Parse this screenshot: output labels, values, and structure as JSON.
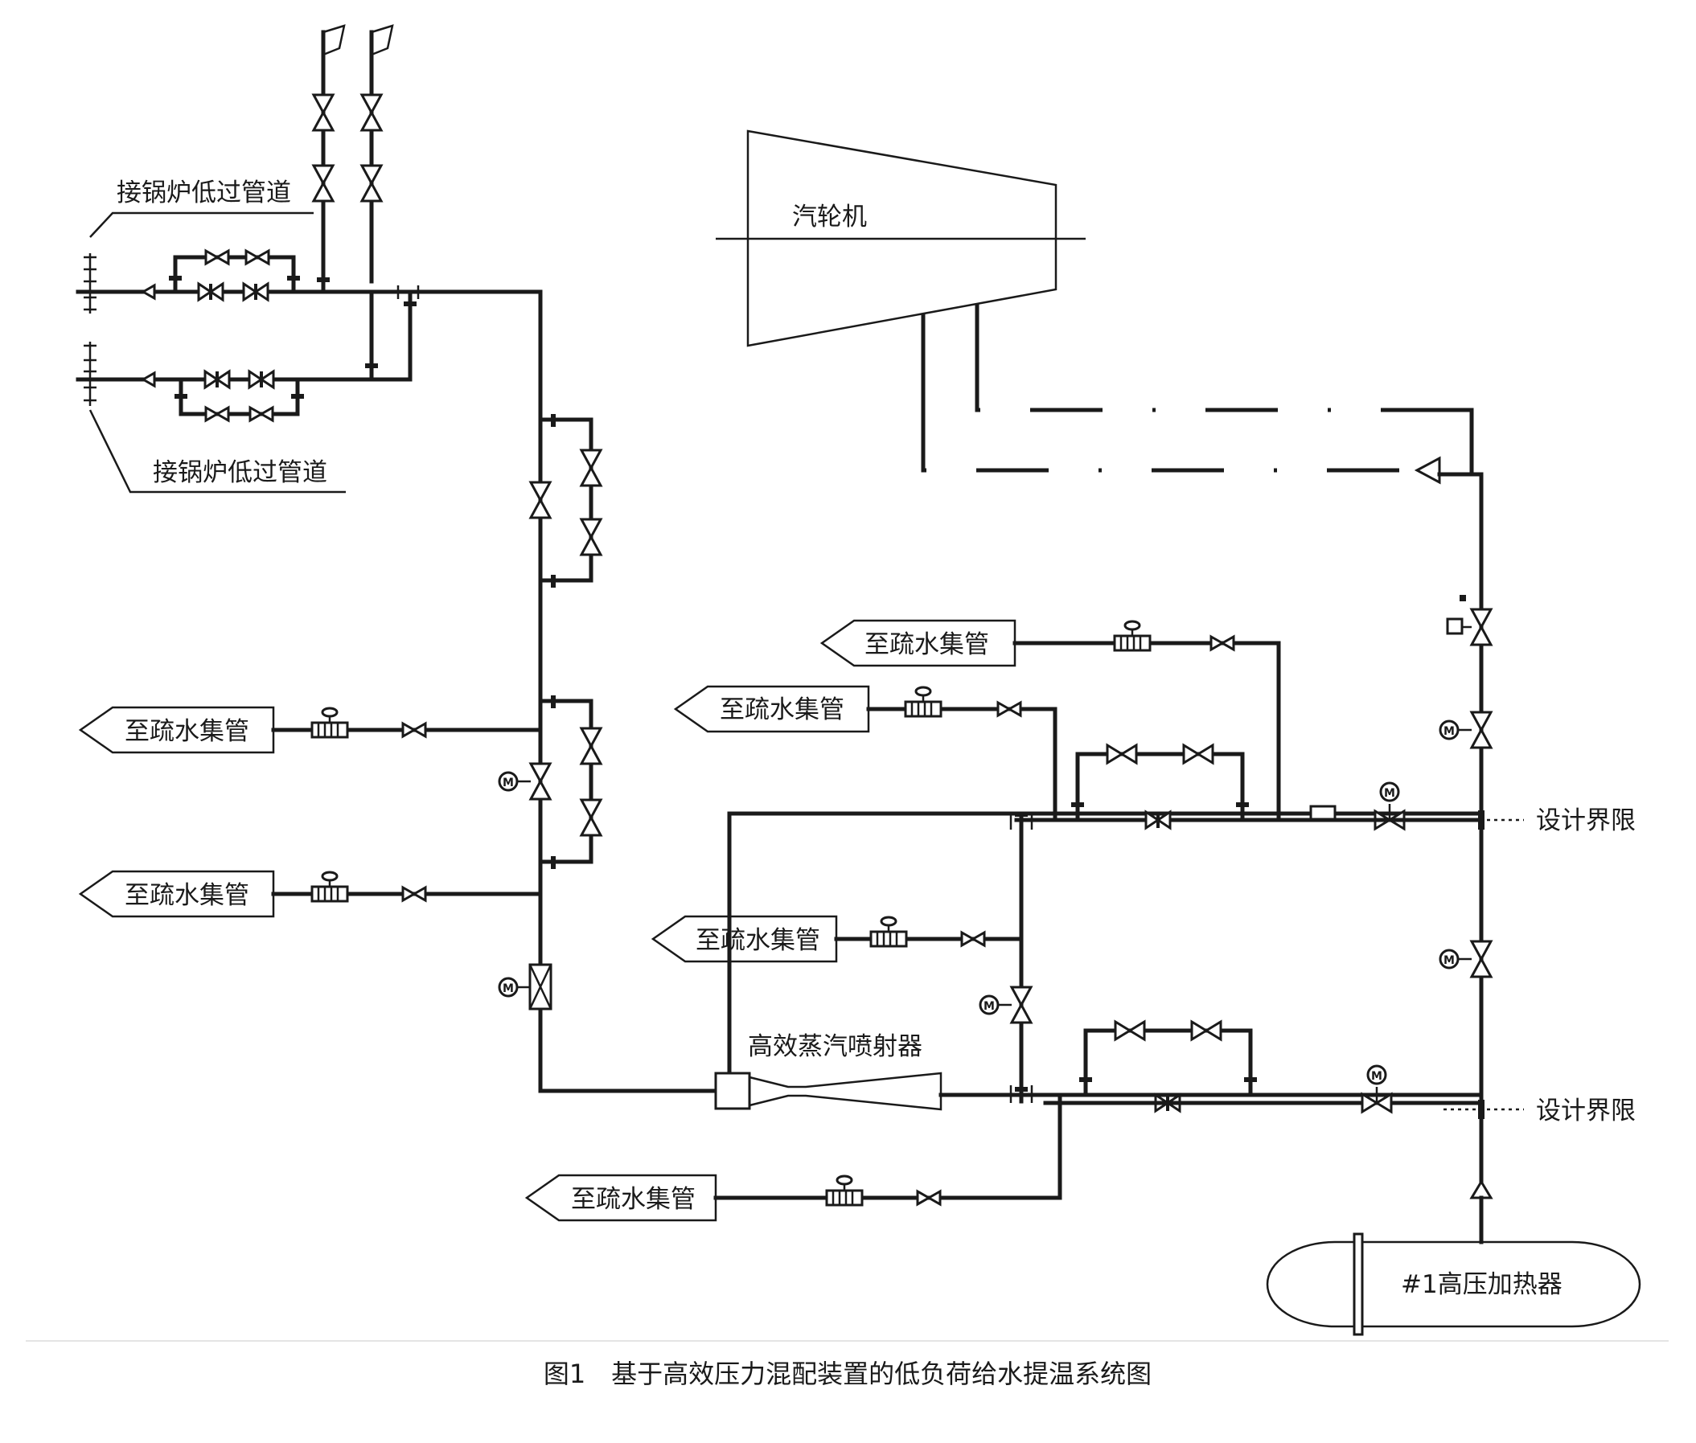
{
  "labels": {
    "boiler_upper": "接锅炉低过管道",
    "boiler_lower": "接锅炉低过管道",
    "turbine": "汽轮机",
    "drain_1": "至疏水集管",
    "drain_2": "至疏水集管",
    "drain_3": "至疏水集管",
    "drain_4": "至疏水集管",
    "drain_5": "至疏水集管",
    "drain_6": "至疏水集管",
    "ejector": "高效蒸汽喷射器",
    "design_limit_1": "设计界限",
    "design_limit_2": "设计界限",
    "heater": "#1高压加热器"
  },
  "caption": "图1　基于高效压力混配装置的低负荷给水提温系统图",
  "icons": {
    "motor": "M"
  }
}
